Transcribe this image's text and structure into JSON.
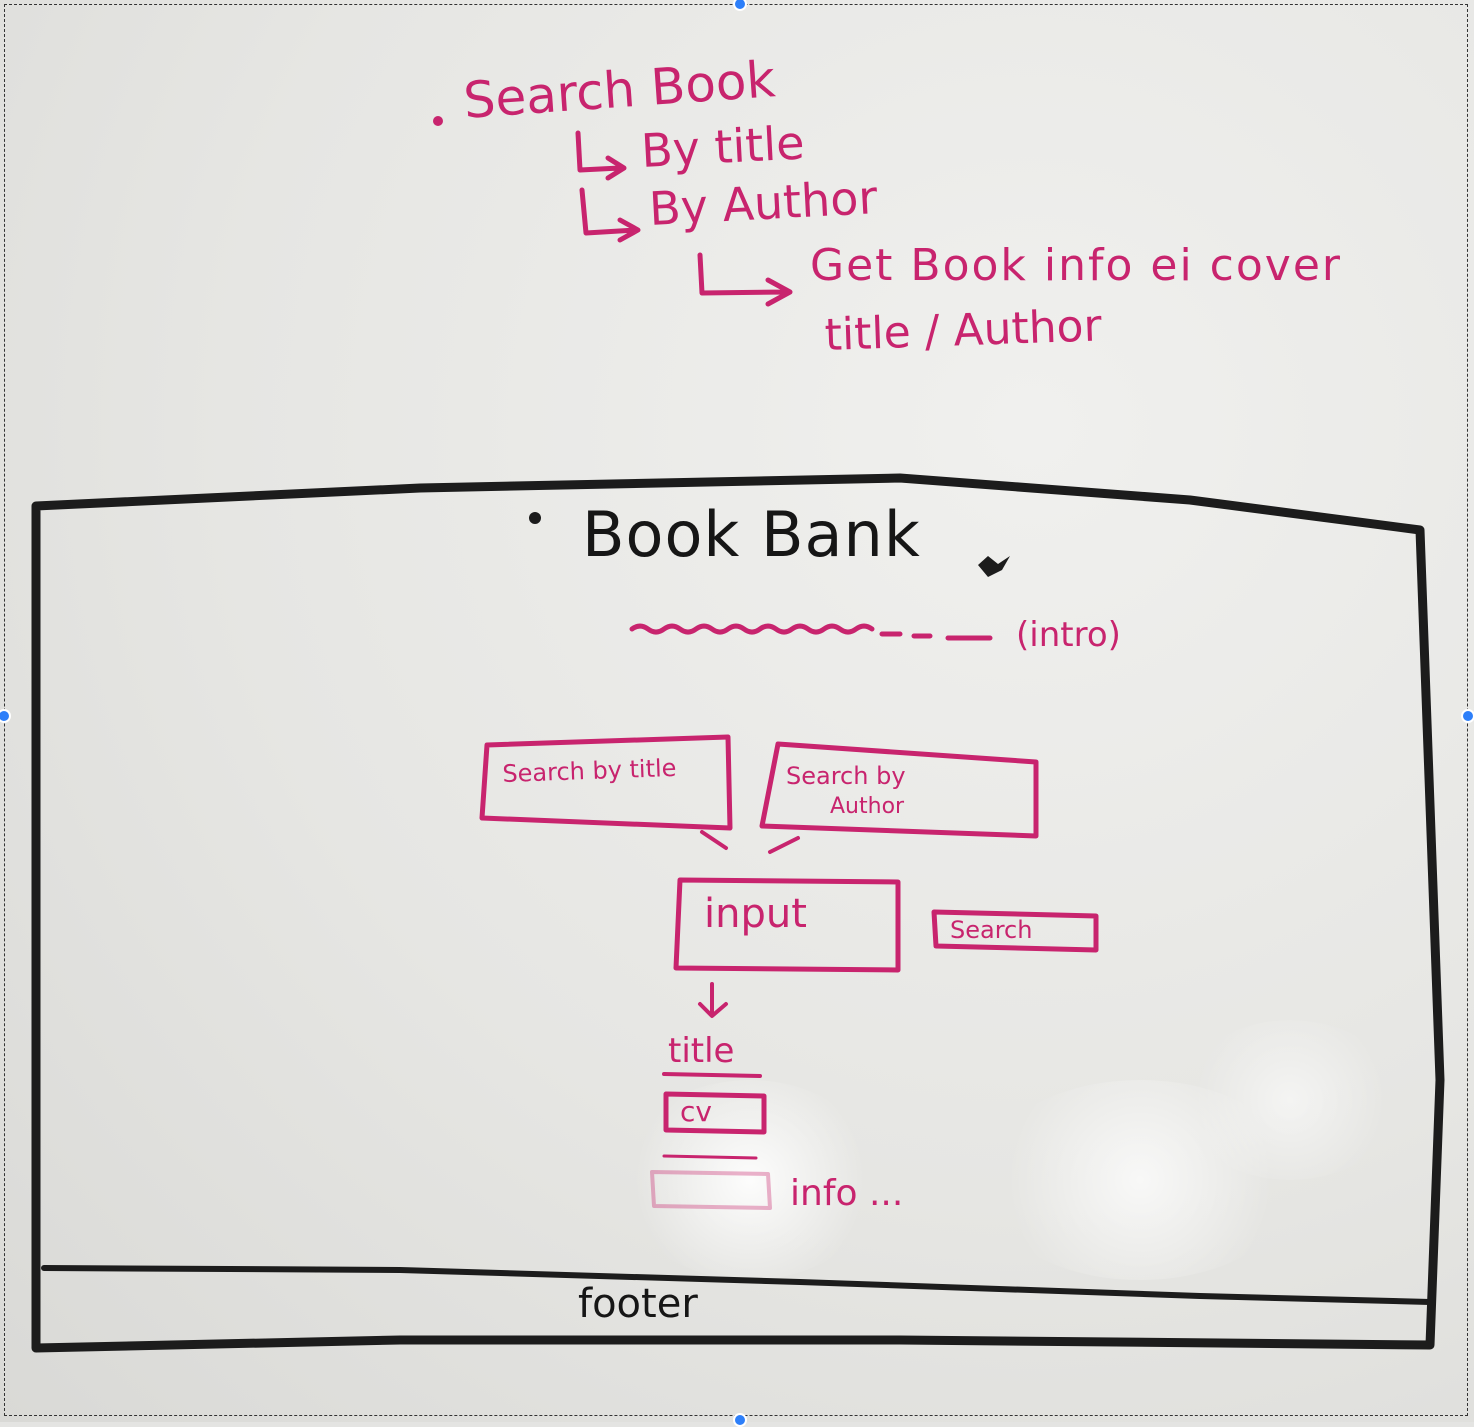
{
  "notes": {
    "line1": "Search Book",
    "line2": "By title",
    "line3": "By Author",
    "line4": "Get Book info ei cover",
    "line5": "title / Author"
  },
  "wireframe": {
    "title": "Book Bank",
    "intro_label": "(intro)",
    "search_by_title": "Search by title",
    "search_by_author_l1": "Search by",
    "search_by_author_l2": "Author",
    "input_label": "input",
    "search_button": "Search",
    "result_title": "title",
    "result_cover": "cv",
    "result_info": "info ...",
    "footer": "footer"
  },
  "colors": {
    "marker_pink": "#c8246e",
    "marker_black": "#1c1c1c",
    "board": "#e6e6e3",
    "selection_handle": "#2d7ff9"
  }
}
